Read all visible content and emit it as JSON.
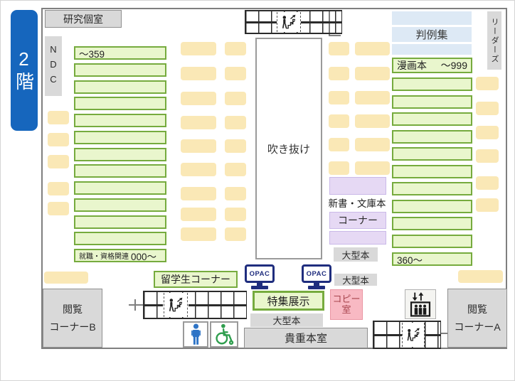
{
  "colors": {
    "wall": "#7f7f7f",
    "badge_blue": "#1666bd",
    "shelf_green_fill": "#e9f6cd",
    "shelf_green_border": "#76ab3e",
    "table_tan": "#fae8b6",
    "case_law_blue": "#dde9f5",
    "purple_fill": "#e6d9f4",
    "purple_border": "#cab9e8",
    "pink_fill": "#f8b9c3",
    "pink_border": "#ea96a4",
    "pink_text": "#a8454e",
    "gray_fill": "#d9d9d9",
    "gray_border": "#8f8f8f",
    "navy": "#1f2d7e",
    "stairs_line": "#2b2b2b",
    "restroom_blue": "#2e74c6",
    "accessible_green": "#2f9e4e",
    "text_dark": "#333333"
  },
  "floor_badge": "2階",
  "research_room": "研究個室",
  "ndc": "NDC",
  "atrium": "吹き抜け",
  "case_law": "判例集",
  "readers": "リーダーズ",
  "left_shelves": {
    "count": 13,
    "first_label": "～359",
    "last_label_name": "就職・資格関連",
    "last_label_range": "000～"
  },
  "right_shelves": {
    "count": 12,
    "first_label_name": "漫画本",
    "first_label_range": "～999",
    "last_label_range": "360～"
  },
  "paperback_corner": {
    "line1": "新書・文庫本",
    "line2": "コーナー"
  },
  "large_books_label": "大型本",
  "intl_students_corner": "留学生コーナー",
  "special_exhibit": "特集展示",
  "copy_room": {
    "line1": "コピー",
    "line2": "室"
  },
  "rare_books_room": "貴重本室",
  "reading_corner_b": {
    "line1": "閲覧",
    "line2": "コーナーB"
  },
  "reading_corner_a": {
    "line1": "閲覧",
    "line2": "コーナーA"
  },
  "opac_label": "OPAC"
}
